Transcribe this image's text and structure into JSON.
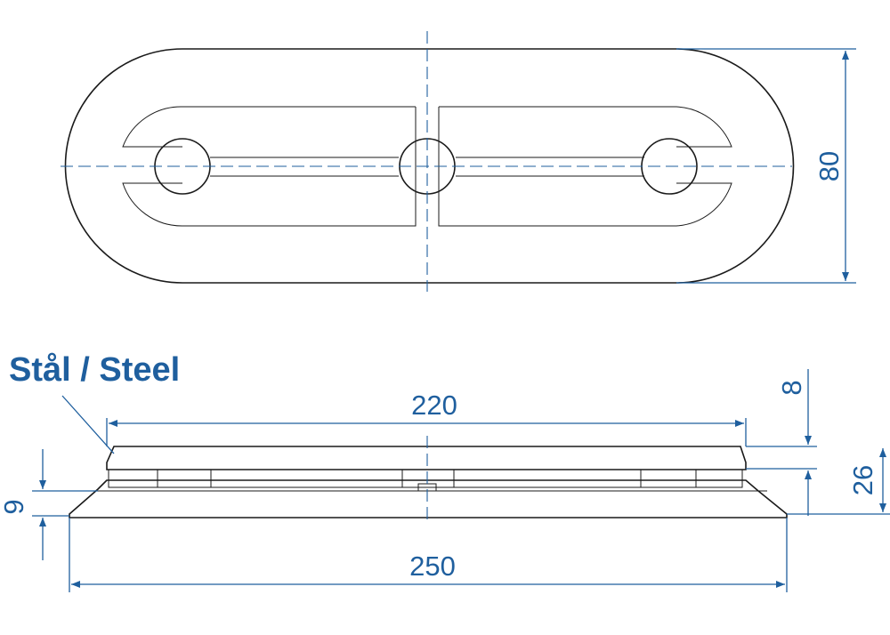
{
  "material_label": "Stål / Steel",
  "dimensions": {
    "plan_height": "80",
    "top_width": "220",
    "bottom_width": "250",
    "plate_thickness": "8",
    "total_height": "26",
    "base_height": "9"
  },
  "colors": {
    "dimension": "#1f5f9e",
    "outline": "#1a1a1a"
  }
}
